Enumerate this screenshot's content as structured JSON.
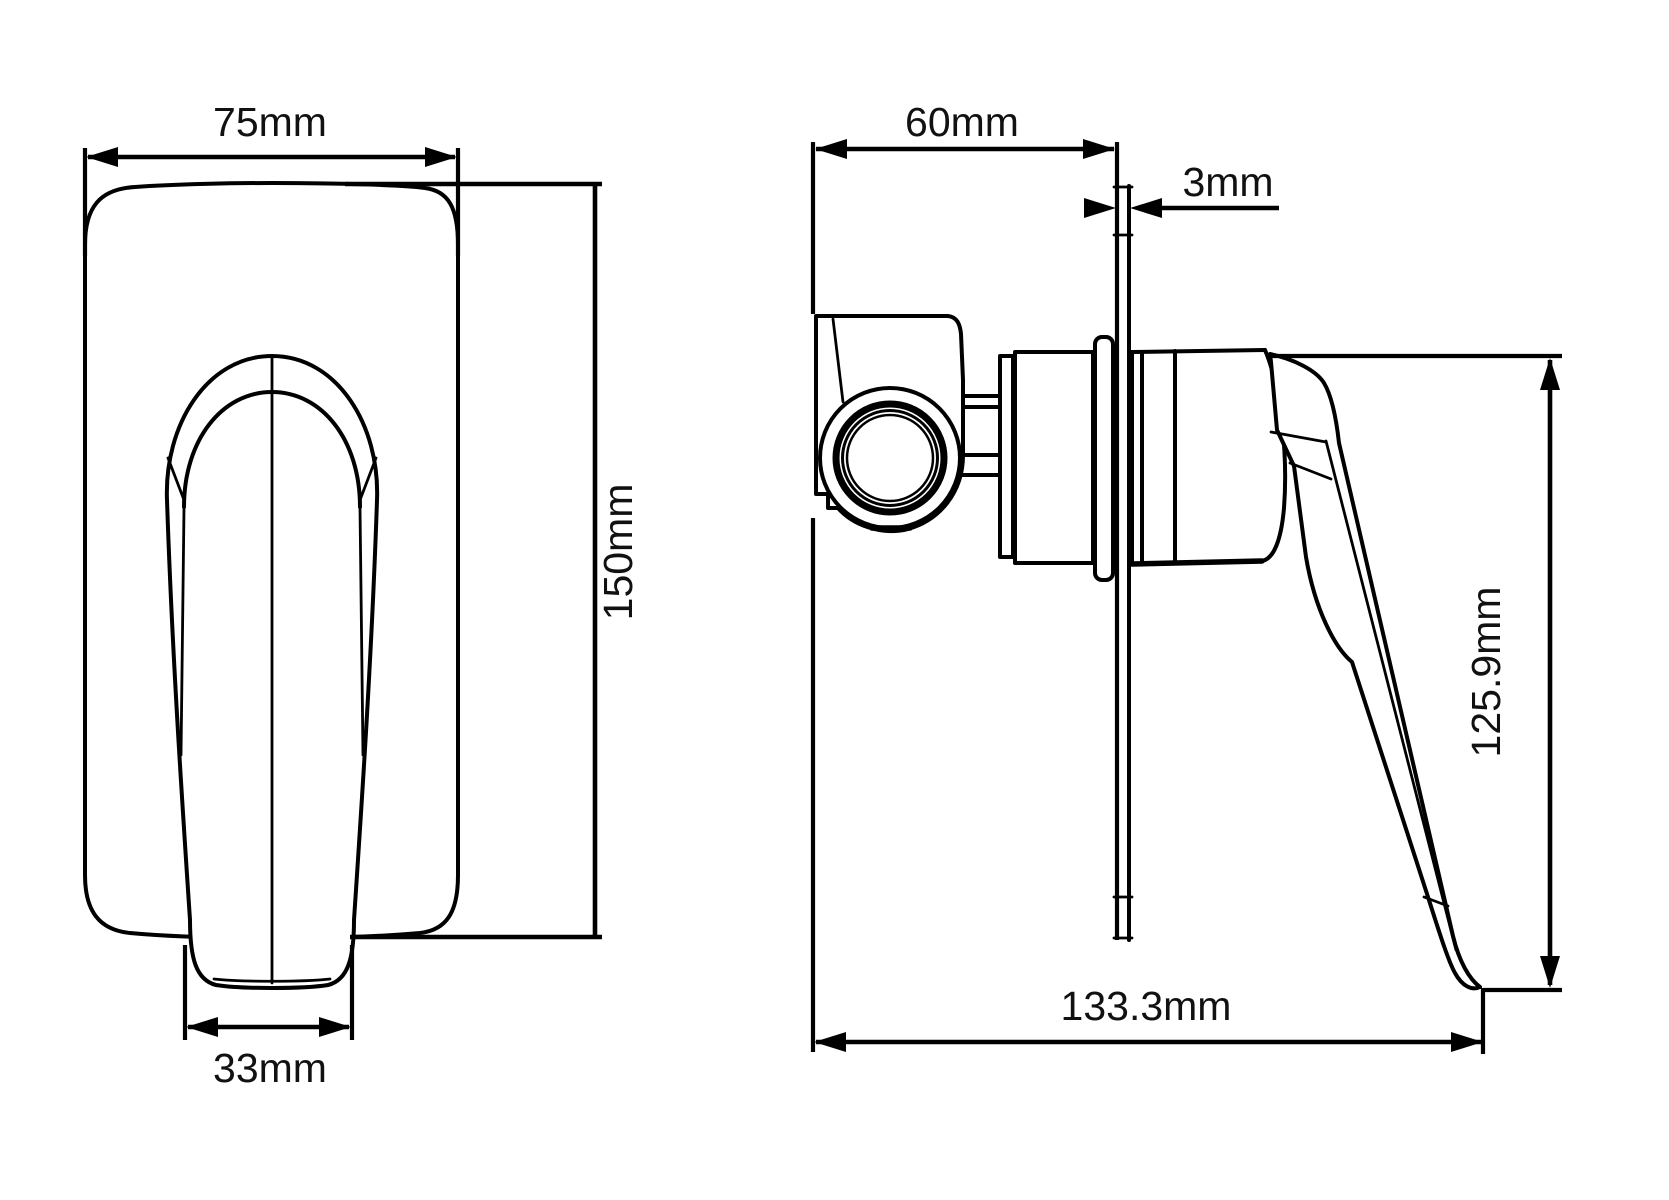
{
  "drawing": {
    "kind": "technical dimension drawing",
    "subject": "concealed shower mixer valve, front and side views",
    "background_color": "#ffffff",
    "line_color": "#000000",
    "text_color": "#111111"
  },
  "views": {
    "front": {
      "name": "front-view"
    },
    "side": {
      "name": "side-view"
    }
  },
  "dimensions": {
    "plate_width": {
      "label": "75mm"
    },
    "plate_height": {
      "label": "150mm"
    },
    "handle_width": {
      "label": "33mm"
    },
    "body_depth": {
      "label": "60mm"
    },
    "plate_thickness": {
      "label": "3mm"
    },
    "handle_drop": {
      "label": "125.9mm"
    },
    "total_depth": {
      "label": "133.3mm"
    }
  }
}
